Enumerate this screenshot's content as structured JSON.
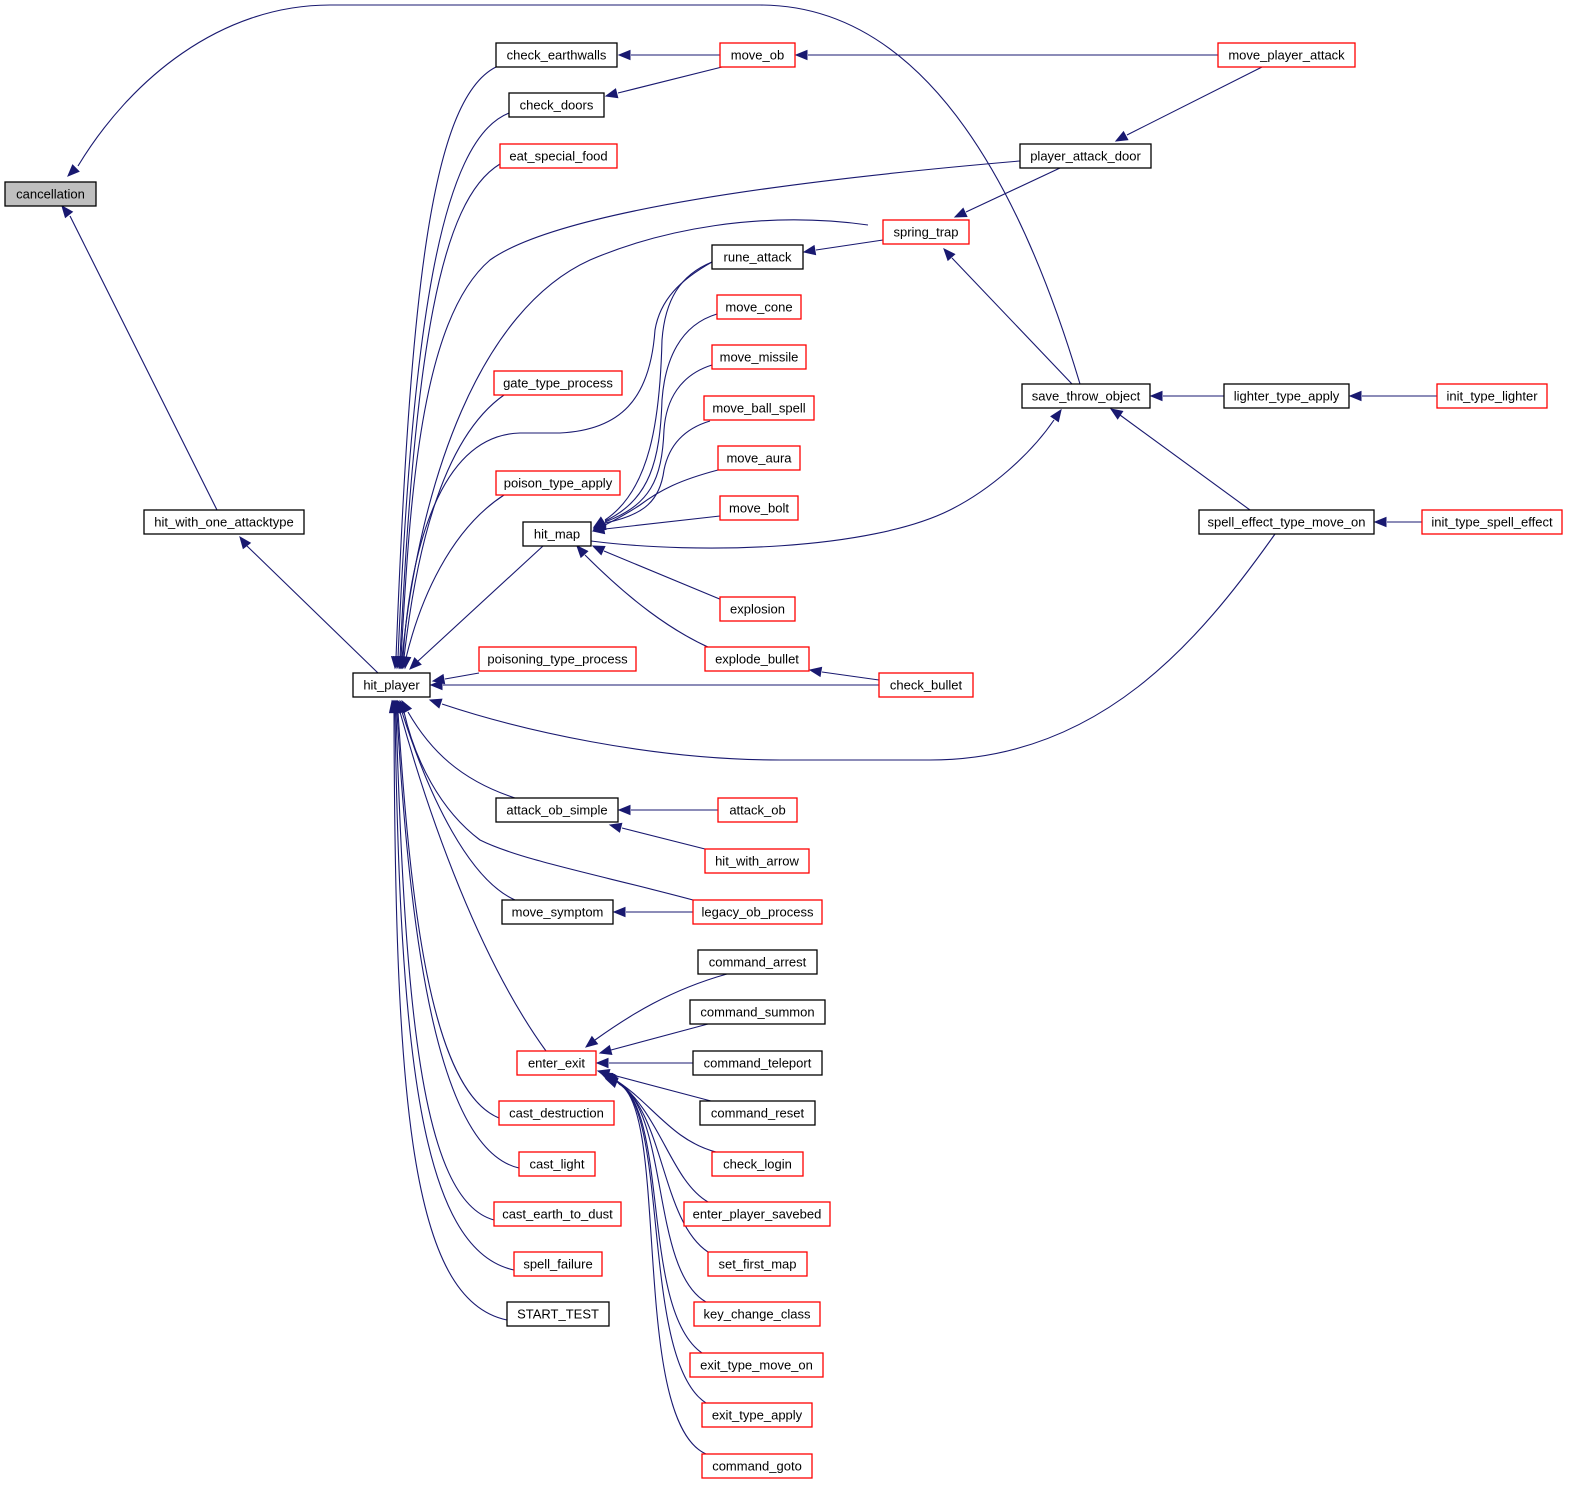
{
  "colors": {
    "edge": "#191970",
    "border_documented": "#000000",
    "border_undocumented": "#ff0000",
    "root_fill": "#bfbfbf",
    "node_fill": "#ffffff"
  },
  "graph": {
    "type": "caller-graph",
    "root": "cancellation",
    "nodes": [
      {
        "id": "cancellation",
        "label": "cancellation",
        "style": "root"
      },
      {
        "id": "hit_with_one_attacktype",
        "label": "hit_with_one_attacktype",
        "style": "black"
      },
      {
        "id": "hit_player",
        "label": "hit_player",
        "style": "black"
      },
      {
        "id": "check_earthwalls",
        "label": "check_earthwalls",
        "style": "black"
      },
      {
        "id": "check_doors",
        "label": "check_doors",
        "style": "black"
      },
      {
        "id": "eat_special_food",
        "label": "eat_special_food",
        "style": "red"
      },
      {
        "id": "gate_type_process",
        "label": "gate_type_process",
        "style": "red"
      },
      {
        "id": "poison_type_apply",
        "label": "poison_type_apply",
        "style": "red"
      },
      {
        "id": "hit_map",
        "label": "hit_map",
        "style": "black"
      },
      {
        "id": "poisoning_type_process",
        "label": "poisoning_type_process",
        "style": "red"
      },
      {
        "id": "attack_ob_simple",
        "label": "attack_ob_simple",
        "style": "black"
      },
      {
        "id": "move_symptom",
        "label": "move_symptom",
        "style": "black"
      },
      {
        "id": "enter_exit",
        "label": "enter_exit",
        "style": "red"
      },
      {
        "id": "cast_destruction",
        "label": "cast_destruction",
        "style": "red"
      },
      {
        "id": "cast_light",
        "label": "cast_light",
        "style": "red"
      },
      {
        "id": "cast_earth_to_dust",
        "label": "cast_earth_to_dust",
        "style": "red"
      },
      {
        "id": "spell_failure",
        "label": "spell_failure",
        "style": "red"
      },
      {
        "id": "START_TEST",
        "label": "START_TEST",
        "style": "black"
      },
      {
        "id": "move_ob",
        "label": "move_ob",
        "style": "red"
      },
      {
        "id": "rune_attack",
        "label": "rune_attack",
        "style": "black"
      },
      {
        "id": "move_cone",
        "label": "move_cone",
        "style": "red"
      },
      {
        "id": "move_missile",
        "label": "move_missile",
        "style": "red"
      },
      {
        "id": "move_ball_spell",
        "label": "move_ball_spell",
        "style": "red"
      },
      {
        "id": "move_aura",
        "label": "move_aura",
        "style": "red"
      },
      {
        "id": "move_bolt",
        "label": "move_bolt",
        "style": "red"
      },
      {
        "id": "explosion",
        "label": "explosion",
        "style": "red"
      },
      {
        "id": "explode_bullet",
        "label": "explode_bullet",
        "style": "red"
      },
      {
        "id": "attack_ob",
        "label": "attack_ob",
        "style": "red"
      },
      {
        "id": "hit_with_arrow",
        "label": "hit_with_arrow",
        "style": "red"
      },
      {
        "id": "legacy_ob_process",
        "label": "legacy_ob_process",
        "style": "red"
      },
      {
        "id": "command_arrest",
        "label": "command_arrest",
        "style": "black"
      },
      {
        "id": "command_summon",
        "label": "command_summon",
        "style": "black"
      },
      {
        "id": "command_teleport",
        "label": "command_teleport",
        "style": "black"
      },
      {
        "id": "command_reset",
        "label": "command_reset",
        "style": "black"
      },
      {
        "id": "check_login",
        "label": "check_login",
        "style": "red"
      },
      {
        "id": "enter_player_savebed",
        "label": "enter_player_savebed",
        "style": "red"
      },
      {
        "id": "set_first_map",
        "label": "set_first_map",
        "style": "red"
      },
      {
        "id": "key_change_class",
        "label": "key_change_class",
        "style": "red"
      },
      {
        "id": "exit_type_move_on",
        "label": "exit_type_move_on",
        "style": "red"
      },
      {
        "id": "exit_type_apply",
        "label": "exit_type_apply",
        "style": "red"
      },
      {
        "id": "command_goto",
        "label": "command_goto",
        "style": "red"
      },
      {
        "id": "spring_trap",
        "label": "spring_trap",
        "style": "red"
      },
      {
        "id": "check_bullet",
        "label": "check_bullet",
        "style": "red"
      },
      {
        "id": "player_attack_door",
        "label": "player_attack_door",
        "style": "black"
      },
      {
        "id": "save_throw_object",
        "label": "save_throw_object",
        "style": "black"
      },
      {
        "id": "spell_effect_type_move_on",
        "label": "spell_effect_type_move_on",
        "style": "black"
      },
      {
        "id": "move_player_attack",
        "label": "move_player_attack",
        "style": "red"
      },
      {
        "id": "lighter_type_apply",
        "label": "lighter_type_apply",
        "style": "black"
      },
      {
        "id": "init_type_lighter",
        "label": "init_type_lighter",
        "style": "red"
      },
      {
        "id": "init_type_spell_effect",
        "label": "init_type_spell_effect",
        "style": "red"
      }
    ],
    "edges": [
      {
        "from": "hit_with_one_attacktype",
        "to": "cancellation"
      },
      {
        "from": "save_throw_object",
        "to": "cancellation"
      },
      {
        "from": "hit_player",
        "to": "hit_with_one_attacktype"
      },
      {
        "from": "check_earthwalls",
        "to": "hit_player"
      },
      {
        "from": "check_doors",
        "to": "hit_player"
      },
      {
        "from": "eat_special_food",
        "to": "hit_player"
      },
      {
        "from": "player_attack_door",
        "to": "hit_player"
      },
      {
        "from": "spring_trap",
        "to": "hit_player"
      },
      {
        "from": "rune_attack",
        "to": "hit_player"
      },
      {
        "from": "gate_type_process",
        "to": "hit_player"
      },
      {
        "from": "poison_type_apply",
        "to": "hit_player"
      },
      {
        "from": "hit_map",
        "to": "hit_player"
      },
      {
        "from": "poisoning_type_process",
        "to": "hit_player"
      },
      {
        "from": "check_bullet",
        "to": "hit_player"
      },
      {
        "from": "spell_effect_type_move_on",
        "to": "hit_player"
      },
      {
        "from": "attack_ob_simple",
        "to": "hit_player"
      },
      {
        "from": "legacy_ob_process",
        "to": "hit_player"
      },
      {
        "from": "move_symptom",
        "to": "hit_player"
      },
      {
        "from": "enter_exit",
        "to": "hit_player"
      },
      {
        "from": "cast_destruction",
        "to": "hit_player"
      },
      {
        "from": "cast_light",
        "to": "hit_player"
      },
      {
        "from": "cast_earth_to_dust",
        "to": "hit_player"
      },
      {
        "from": "spell_failure",
        "to": "hit_player"
      },
      {
        "from": "START_TEST",
        "to": "hit_player"
      },
      {
        "from": "move_ob",
        "to": "check_earthwalls"
      },
      {
        "from": "move_ob",
        "to": "check_doors"
      },
      {
        "from": "move_player_attack",
        "to": "move_ob"
      },
      {
        "from": "move_player_attack",
        "to": "player_attack_door"
      },
      {
        "from": "player_attack_door",
        "to": "spring_trap"
      },
      {
        "from": "save_throw_object",
        "to": "spring_trap"
      },
      {
        "from": "spring_trap",
        "to": "rune_attack"
      },
      {
        "from": "rune_attack",
        "to": "hit_map"
      },
      {
        "from": "move_cone",
        "to": "hit_map"
      },
      {
        "from": "move_missile",
        "to": "hit_map"
      },
      {
        "from": "move_ball_spell",
        "to": "hit_map"
      },
      {
        "from": "move_aura",
        "to": "hit_map"
      },
      {
        "from": "move_bolt",
        "to": "hit_map"
      },
      {
        "from": "explosion",
        "to": "hit_map"
      },
      {
        "from": "explode_bullet",
        "to": "hit_map"
      },
      {
        "from": "hit_map",
        "to": "save_throw_object"
      },
      {
        "from": "check_bullet",
        "to": "explode_bullet"
      },
      {
        "from": "lighter_type_apply",
        "to": "save_throw_object"
      },
      {
        "from": "spell_effect_type_move_on",
        "to": "save_throw_object"
      },
      {
        "from": "init_type_lighter",
        "to": "lighter_type_apply"
      },
      {
        "from": "init_type_spell_effect",
        "to": "spell_effect_type_move_on"
      },
      {
        "from": "attack_ob",
        "to": "attack_ob_simple"
      },
      {
        "from": "hit_with_arrow",
        "to": "attack_ob_simple"
      },
      {
        "from": "legacy_ob_process",
        "to": "move_symptom"
      },
      {
        "from": "command_arrest",
        "to": "enter_exit"
      },
      {
        "from": "command_summon",
        "to": "enter_exit"
      },
      {
        "from": "command_teleport",
        "to": "enter_exit"
      },
      {
        "from": "command_reset",
        "to": "enter_exit"
      },
      {
        "from": "check_login",
        "to": "enter_exit"
      },
      {
        "from": "enter_player_savebed",
        "to": "enter_exit"
      },
      {
        "from": "set_first_map",
        "to": "enter_exit"
      },
      {
        "from": "key_change_class",
        "to": "enter_exit"
      },
      {
        "from": "exit_type_move_on",
        "to": "enter_exit"
      },
      {
        "from": "exit_type_apply",
        "to": "enter_exit"
      },
      {
        "from": "command_goto",
        "to": "enter_exit"
      }
    ]
  }
}
